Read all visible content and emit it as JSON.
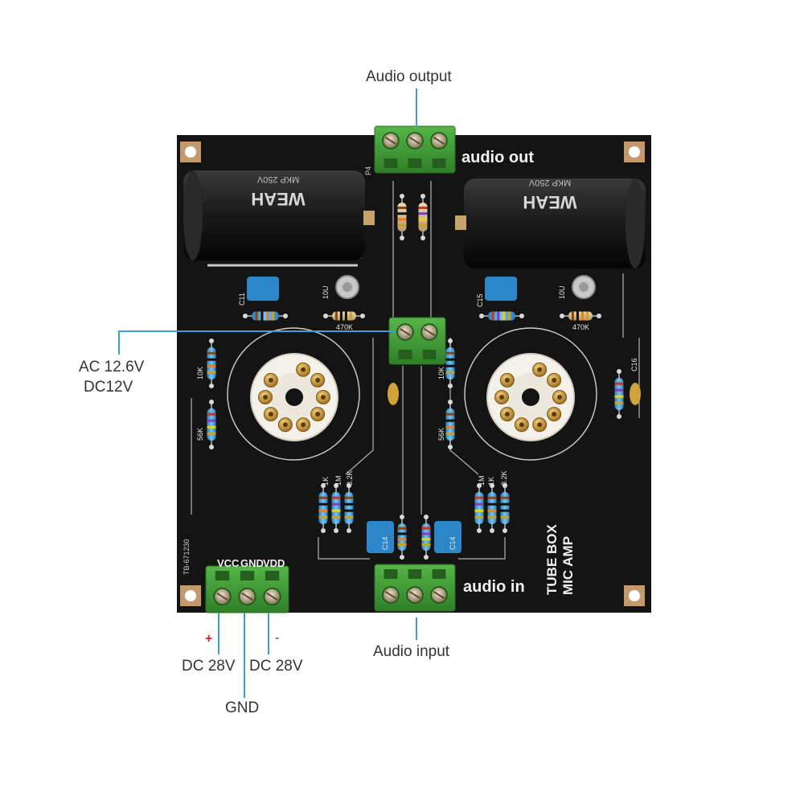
{
  "callouts": {
    "audio_output": "Audio output",
    "ac_line1": "AC 12.6V",
    "ac_line2": "DC12V",
    "audio_input": "Audio input",
    "dc_left": "DC 28V",
    "dc_right": "DC 28V",
    "gnd": "GND",
    "plus": "+",
    "minus": "-"
  },
  "silkscreen": {
    "audio_out": "audio out",
    "audio_in": "audio in",
    "brand_line1": "TUBE BOX",
    "brand_line2": "MIC AMP",
    "vcc": "VCC",
    "gnd": "GND",
    "vdd": "VDD",
    "board_code": "TB-671230",
    "cap_brand": "WEAH",
    "cap_rating": "MKP 250V",
    "res_470k": "470K",
    "res_10k": "10K",
    "res_56k": "56K",
    "res_1k": "1K",
    "res_1m": "1M",
    "res_82k": "8.2K",
    "cap_10u": "10U",
    "c11": "C11",
    "c15": "C15",
    "c16": "C16",
    "c14": "C14",
    "p4": "P4"
  },
  "colors": {
    "board": "#141414",
    "terminal_green": "#3f9c35",
    "leader_blue": "#3aa0d8",
    "plus_red": "#e02020"
  }
}
